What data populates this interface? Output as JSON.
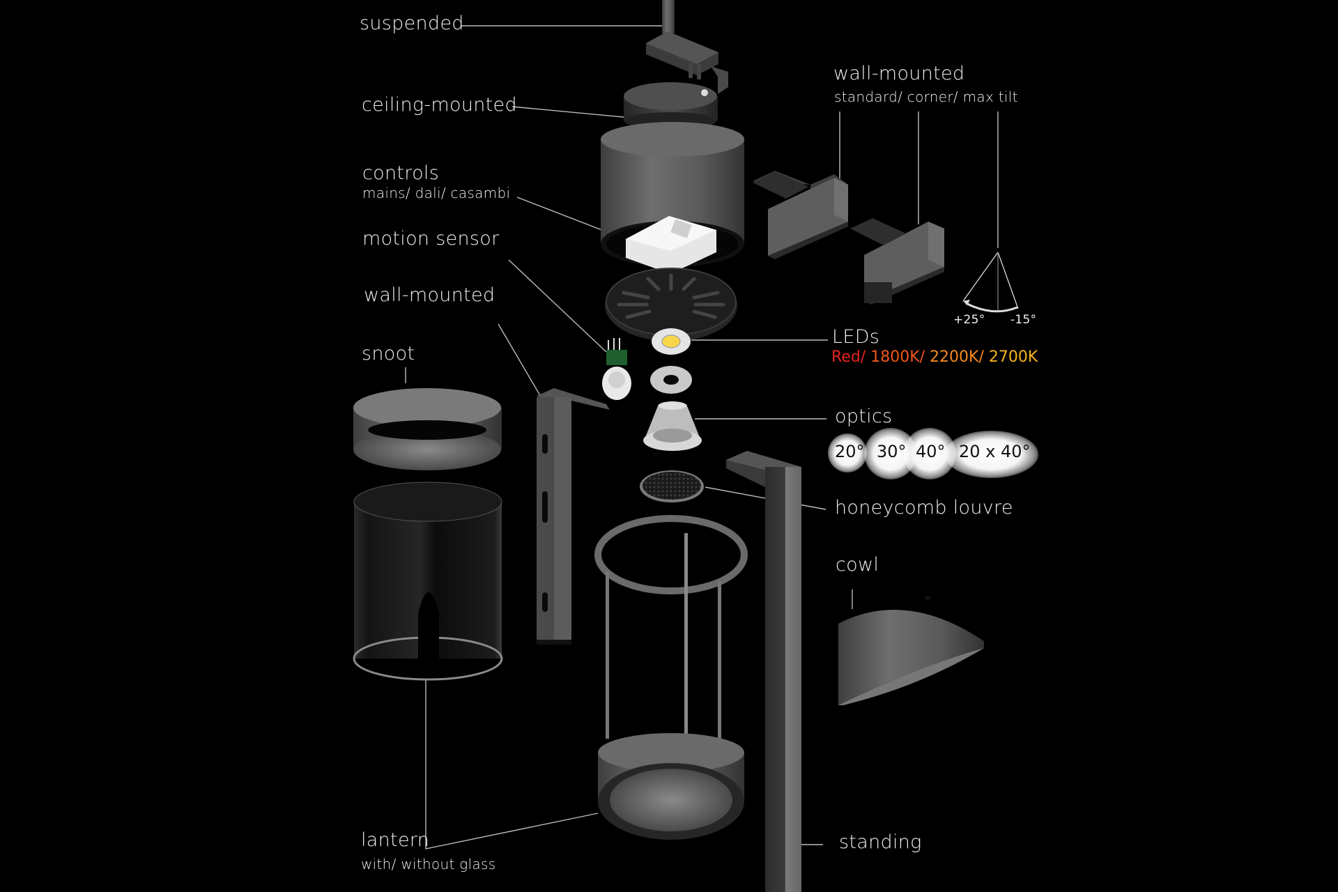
{
  "diagram": {
    "title": "modular luminaire exploded view",
    "labels": {
      "suspended": "suspended",
      "ceiling_mounted": "ceiling-mounted",
      "controls": "controls",
      "controls_options": "mains/ dali/ casambi",
      "motion_sensor": "motion sensor",
      "wall_mounted_left": "wall-mounted",
      "snoot": "snoot",
      "lantern": "lantern",
      "lantern_options": "with/ without glass",
      "wall_mounted_right": "wall-mounted",
      "wall_mounted_options": "standard/ corner/ max tilt",
      "tilt_plus": "+25°",
      "tilt_minus": "-15°",
      "leds": "LEDs",
      "optics": "optics",
      "honeycomb": "honeycomb louvre",
      "cowl": "cowl",
      "standing": "standing"
    },
    "led_options": [
      {
        "text": "Red/",
        "color": "#e8231e"
      },
      {
        "text": " 1800K/",
        "color": "#f0571f"
      },
      {
        "text": " 2200K/",
        "color": "#f58a1f"
      },
      {
        "text": " 2700K",
        "color": "#f6b51c"
      }
    ],
    "optics_options": [
      "20°",
      "30°",
      "40°",
      "20 x 40°"
    ],
    "colors": {
      "background": "#000000",
      "label_text": "#f0f0f0",
      "leader_line": "#bdbdbd",
      "body_grey": "#5a5a5a",
      "led_yellow": "#f8d64a"
    }
  }
}
